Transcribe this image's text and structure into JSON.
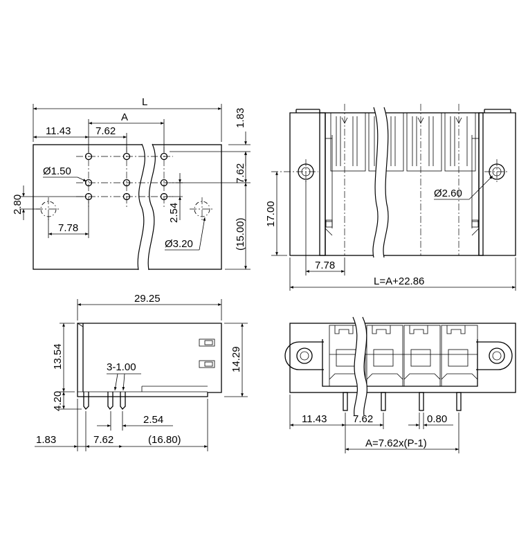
{
  "top_view": {
    "dim_L": "L",
    "dim_A": "A",
    "dim_11_43": "11.43",
    "dim_7_62": "7.62",
    "dim_1_83": "1.83",
    "dim_phi_1_50": "Ø1.50",
    "dim_7_62_v": "7.62",
    "dim_2_80": "2.80",
    "dim_2_54": "2.54",
    "dim_7_78": "7.78",
    "dim_phi_3_20": "Ø3.20",
    "dim_15_00": "(15.00)"
  },
  "front_view": {
    "dim_17_00": "17.00",
    "dim_phi_2_60": "Ø2.60",
    "dim_7_78": "7.78",
    "dim_L_formula": "L=A+22.86"
  },
  "side_view": {
    "dim_29_25": "29.25",
    "dim_13_54": "13.54",
    "dim_14_29": "14.29",
    "dim_3_1_00": "3-1.00",
    "dim_4_20": "4.20",
    "dim_2_54": "2.54",
    "dim_1_83": "1.83",
    "dim_7_62": "7.62",
    "dim_16_80": "(16.80)"
  },
  "bottom_view": {
    "dim_11_43": "11.43",
    "dim_7_62": "7.62",
    "dim_0_80": "0.80",
    "dim_A_formula": "A=7.62x(P-1)"
  }
}
